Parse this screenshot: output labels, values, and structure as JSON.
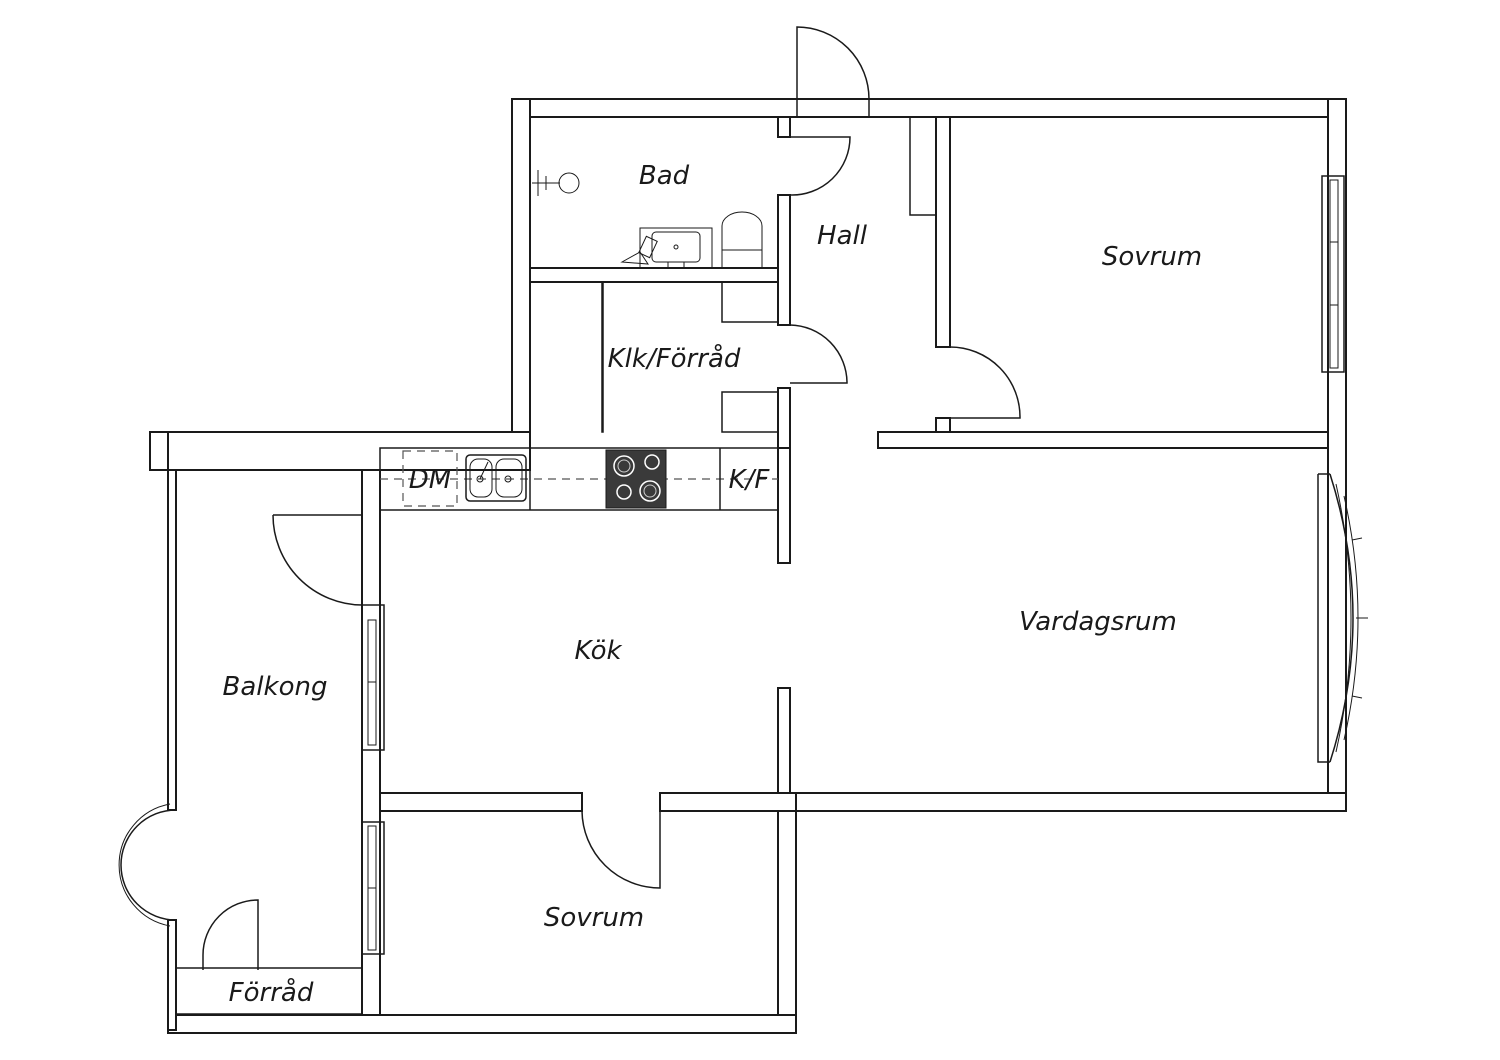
{
  "rooms": {
    "bad": "Bad",
    "hall": "Hall",
    "sovrum_top": "Sovrum",
    "klk_forrad": "Klk/Förråd",
    "dm": "DM",
    "kf": "K/F",
    "kok": "Kök",
    "vardagsrum": "Vardagsrum",
    "balkong": "Balkong",
    "sovrum_bottom": "Sovrum",
    "forrad": "Förråd"
  },
  "colors": {
    "line": "#1a1a1a",
    "background": "#ffffff",
    "stove": "#3a3a3a"
  }
}
